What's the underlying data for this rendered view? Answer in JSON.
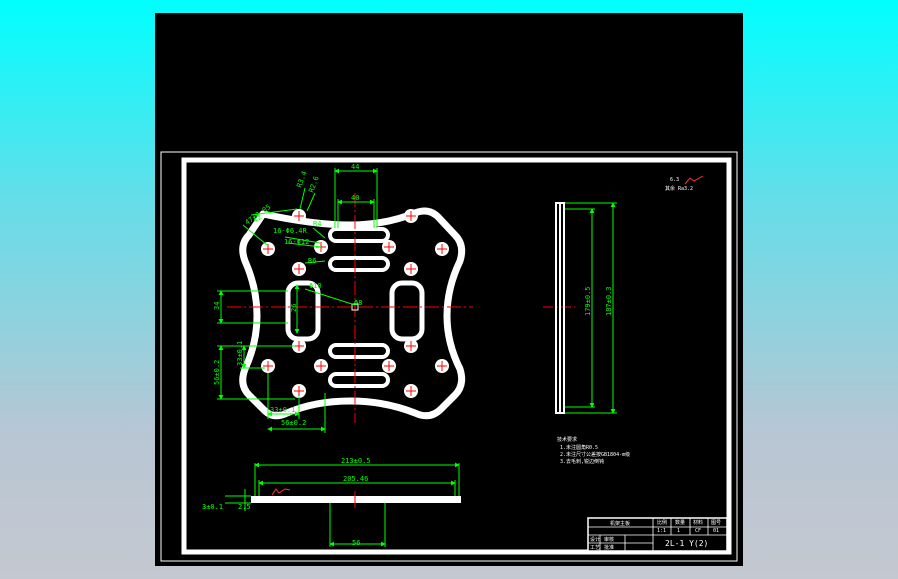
{
  "drawing": {
    "colors": {
      "background": "#000000",
      "outline": "#ffffff",
      "dimension": "#00ff00",
      "centerline": "#ff0000",
      "surface_mark": "#ff3333"
    },
    "top_view": {
      "dims": {
        "top_width_outer": "44",
        "top_width_inner": "40",
        "hole_r_a": "R3.4",
        "hole_r_b": "R2.6",
        "radius_r4": "R4",
        "holes_6_4": "16-Φ6.4R",
        "holes_12": "16-Φ12",
        "radius_r6": "R6",
        "angle_dim_1": "47±0.05",
        "angle_dim_2": "42",
        "center_dia": "Φ10",
        "center_small": "Φ8",
        "left_height": "34",
        "slot_height": "26",
        "lower_left_a": "56±0.2",
        "lower_left_b": "33±0.1",
        "bottom_a": "33±0.1",
        "bottom_b": "56±0.2"
      }
    },
    "side_view": {
      "dims": {
        "inner_length": "179±0.5",
        "outer_length": "187±0.3"
      }
    },
    "front_view": {
      "dims": {
        "overall_length": "213±0.5",
        "inner_length": "205.46",
        "thickness": "3±0.1",
        "edge": "2.5",
        "center_width": "56"
      }
    },
    "surface_note": "其余 Ra3.2",
    "roughness_value": "6.3",
    "tech_notes": [
      "技术要求",
      "1.未注圆角R0.5",
      "2.未注尺寸公差按GB1804-m级",
      "3.去毛刺,锐边倒钝"
    ],
    "title_block": {
      "part_name": "机架主板",
      "labels": [
        "设计",
        "审核",
        "工艺",
        "批准"
      ],
      "grid_labels": [
        "比例",
        "数量",
        "材料",
        "图号",
        "1:1",
        "1",
        "CF",
        "01"
      ],
      "drawing_no": "2L-1 Y(2)"
    }
  }
}
